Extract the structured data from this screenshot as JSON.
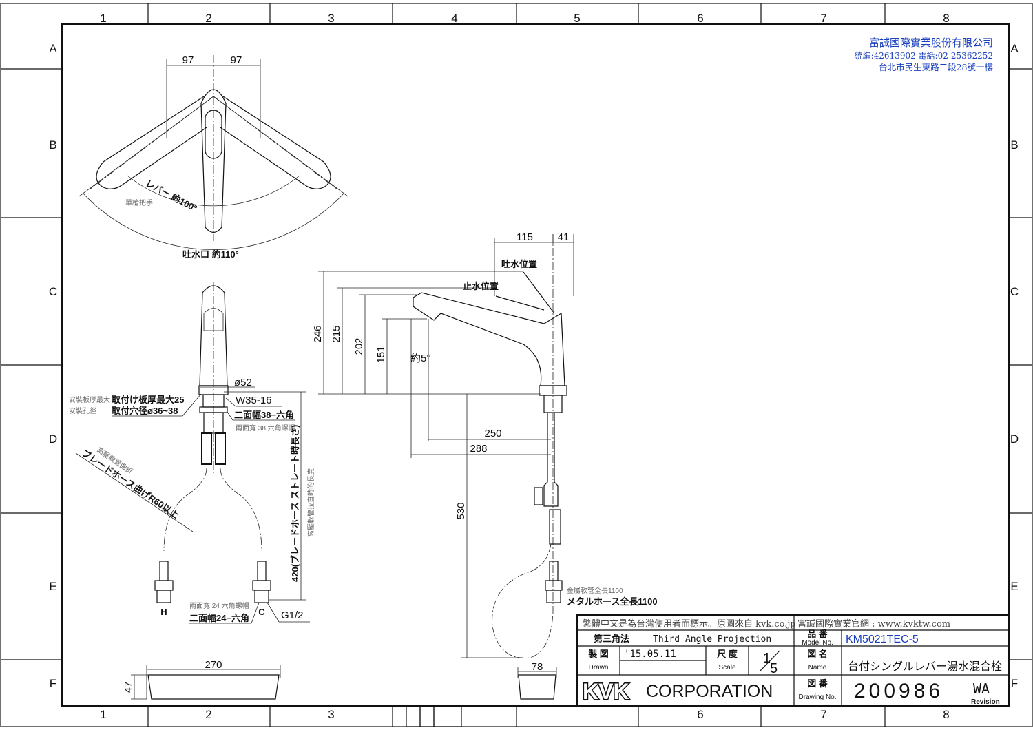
{
  "grid": {
    "columns": [
      "1",
      "2",
      "3",
      "4",
      "5",
      "6",
      "7",
      "8"
    ],
    "rows": [
      "A",
      "B",
      "C",
      "D",
      "E",
      "F"
    ]
  },
  "company": {
    "name": "富誠國際實業股份有限公司",
    "ids": "統編:42613902 電話:02-25362252",
    "address": "台北市民生東路二段28號一樓",
    "color": "#1a3fbf"
  },
  "top_view": {
    "dim_left": "97",
    "dim_right": "97",
    "lever_angle": "レバー 約100°",
    "lever_angle_zh": "單槍把手",
    "spout_angle": "吐水口 約110°"
  },
  "front_view": {
    "dia": "ø52",
    "thread": "W35-16",
    "plate_zh": "安裝板厚最大",
    "plate": "取付け板厚最大25",
    "hole_zh": "安裝孔徑",
    "hole": "取付穴径ø36~38",
    "nut38": "二面幅38−六角",
    "nut38_zh": "兩面寬 38 六角螺帽",
    "bend_zh": "高壓軟管曲折",
    "bend": "ブレードホース曲げR60以上",
    "hose_len": "420(ブレードホース ストレート時長さ)",
    "hose_len_zh": "高壓軟管拉直時的長度",
    "label_h": "H",
    "label_c": "C",
    "nut24_zh": "兩面寬 24 六角螺帽",
    "nut24": "二面幅24−六角",
    "thread_g": "G1/2"
  },
  "side_view": {
    "d115": "115",
    "d41": "41",
    "outlet_pos": "吐水位置",
    "stop_pos": "止水位置",
    "h246": "246",
    "h215": "215",
    "h202": "202",
    "h151": "151",
    "angle5": "約5°",
    "d250": "250",
    "d288": "288",
    "d530": "530",
    "metal_hose_zh": "金屬軟管全長1100",
    "metal_hose": "メタルホース全長1100"
  },
  "base_views": {
    "w270": "270",
    "h47": "47",
    "w78": "78"
  },
  "title_block": {
    "note": "繁體中文是為台灣使用者而標示。原圖來自 kvk.co.jp",
    "website": "富誠國際實業官網 : www.kvktw.com",
    "projection_jp": "第三角法",
    "projection": "Third Angle Projection",
    "model_label_jp": "品 番",
    "model_label": "Model No.",
    "model": "KM5021TEC-5",
    "drawn_jp": "製 図",
    "drawn": "Drawn",
    "date": "'15.05.11",
    "scale_jp": "尺 度",
    "scale": "Scale",
    "scale_num": "1",
    "scale_den": "5",
    "name_jp": "図 名",
    "name_label": "Name",
    "name": "台付シングルレバー湯水混合栓",
    "logo": "KVK",
    "corporation": "CORPORATION",
    "drawing_no_jp": "図 番",
    "drawing_no_label": "Drawing No.",
    "drawing_no": "200986",
    "revision": "WA",
    "revision_label": "Revision"
  }
}
